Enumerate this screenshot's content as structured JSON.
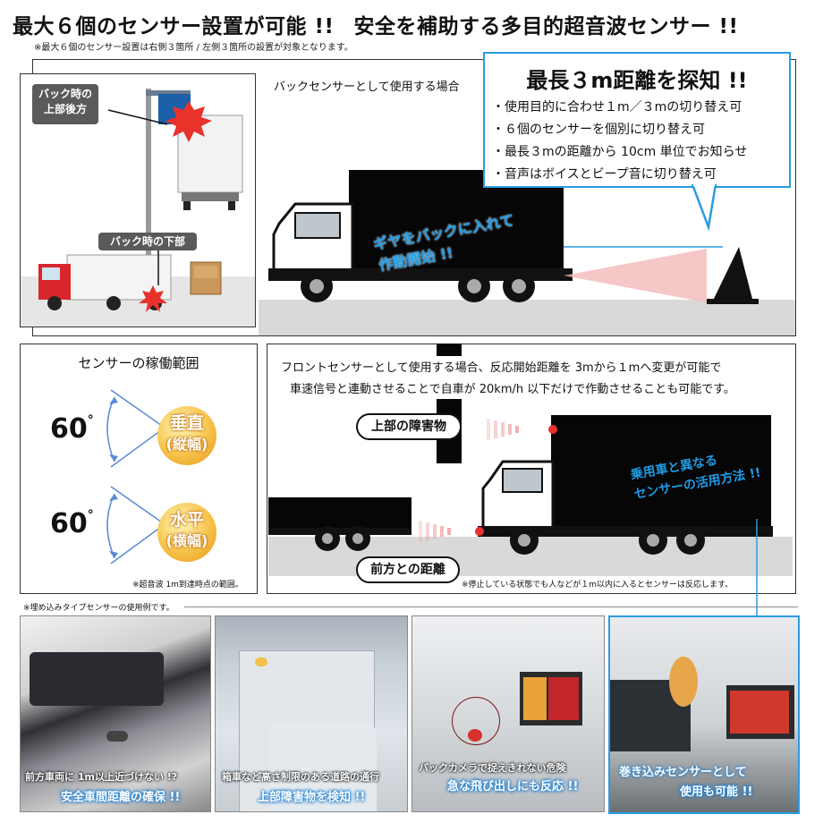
{
  "header": {
    "headline_left": "最大６個のセンサー設置が可能 !!",
    "headline_right": "安全を補助する多目的超音波センサー !!",
    "note": "※最大６個のセンサー設置は右側３箇所 / 左側３箇所の設置が対象となります。"
  },
  "rear_panel": {
    "tag_upper": "バック時の\n上部後方",
    "tag_lower": "バック時の下部",
    "caption": "バックセンサーとして使用する場合",
    "truck_text_line1": "ギヤをバックに入れて",
    "truck_text_line2": "作動開始 !!"
  },
  "callout": {
    "title": "最長３m距離を探知 !!",
    "items": [
      "使用目的に合わせ１m／３mの切り替え可",
      "６個のセンサーを個別に切り替え可",
      "最長３mの距離から 10cm 単位でお知らせ",
      "音声はボイスとビープ音に切り替え可"
    ]
  },
  "range_panel": {
    "title": "センサーの稼働範囲",
    "vertical_angle": "60",
    "vertical_label_1": "垂直",
    "vertical_label_2": "(縦幅)",
    "horizontal_angle": "60",
    "horizontal_label_1": "水平",
    "horizontal_label_2": "(横幅)",
    "degree_symbol": "°",
    "note": "※超音波 1m到達時点の範囲。"
  },
  "front_panel": {
    "text_line1": "フロントセンサーとして使用する場合、反応開始距離を 3mから１mへ変更が可能で",
    "text_line2": "車速信号と連動させることで自車が 20km/h 以下だけで作動させることも可能です。",
    "pill_upper": "上部の障害物",
    "pill_front": "前方との距離",
    "truck_text_line1": "乗用車と異なる",
    "truck_text_line2": "センサーの活用方法 !!",
    "note": "※停止している状態でも人などが１m以内に入るとセンサーは反応します。"
  },
  "photos": {
    "note": "※埋め込みタイプセンサーの使用例です。",
    "items": [
      {
        "line1": "前方車両に 1m以上近づけない !?",
        "line2": "安全車間距離の確保 !!"
      },
      {
        "line1": "箱車など高さ制限のある道路の通行",
        "line2": "上部障害物を検知 !!"
      },
      {
        "line1": "バックカメラで捉えきれない危険",
        "line2": "急な飛び出しにも反応 !!"
      },
      {
        "line1": "巻き込みセンサーとして",
        "line2": "使用も可能 !!"
      }
    ]
  },
  "colors": {
    "accent_blue": "#2a9be0",
    "sensor_red": "#e8322a",
    "range_orange": "#f4b43a"
  }
}
